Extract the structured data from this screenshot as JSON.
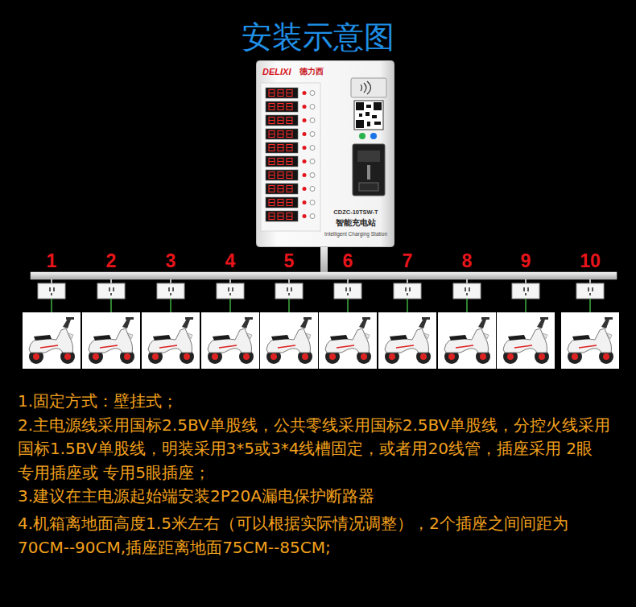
{
  "diagram": {
    "title": "安装示意图",
    "nodes": [
      {
        "text": [
          "DELIXI",
          "德力西",
          "CDZC-10TSW-T",
          "智能充电站",
          "Intelligent Charging Station"
        ]
      }
    ],
    "labels": [
      "1",
      "2",
      "3",
      "4",
      "5",
      "6",
      "7",
      "8",
      "9",
      "10",
      "1.固定方式：壁挂式；",
      "2.主电源线采用国标2.5BV单股线，公共零线采用国标2.5BV单股线，分控火线采用",
      "国标1.5BV单股线，明装采用3*5或3*4线槽固定，或者用20线管，插座采用 2眼",
      "专用插座或 专用5眼插座；",
      "3.建议在主电源起始端安装2P20A漏电保护断路器",
      "4.机箱离地面高度1.5米左右（可以根据实际情况调整），2个插座之间间距为",
      "70CM--90CM,插座距离地面75CM--85CM;"
    ]
  }
}
